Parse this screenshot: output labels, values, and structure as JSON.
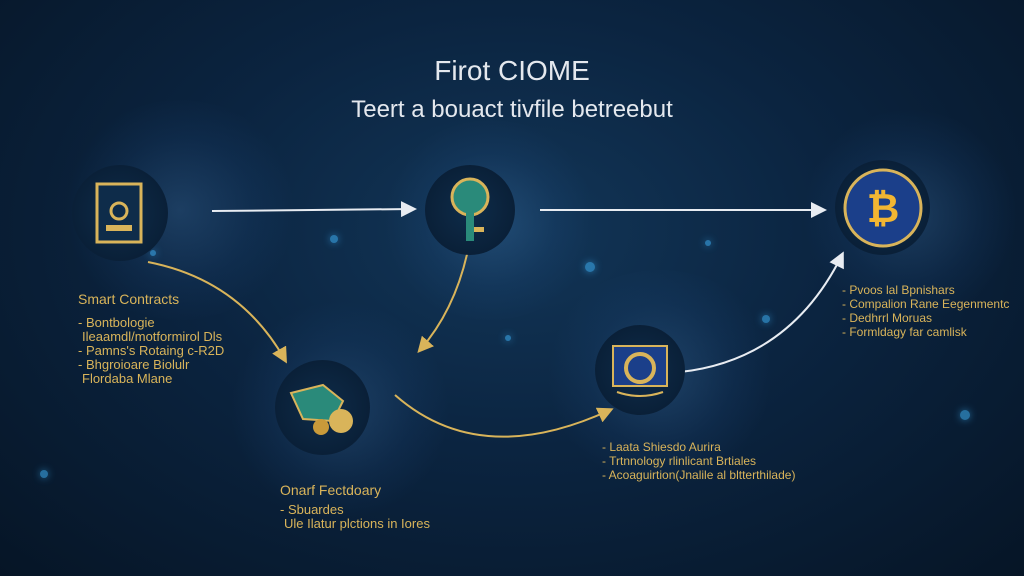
{
  "header": {
    "title": "Firot CIOME",
    "subtitle": "Teert a bouact tivfile betreebut"
  },
  "nodes": [
    {
      "name": "smart-contracts",
      "title": "Smart Contracts",
      "items": [
        "- Bontbologie",
        "  Ileaamdl/motformirol Dls",
        "- Pamns's Rotaing c-R2D",
        "- Bhgroioare Biolulr",
        "  Flordaba Mlane"
      ]
    },
    {
      "name": "identity",
      "title": "Onarf Fectdoary",
      "items": [
        "- Sbuardes",
        "  Ule Ilatur plctions in Iores"
      ]
    },
    {
      "name": "scaling",
      "title": "",
      "items": [
        "- Laata Shiesdo Aurira",
        "- Trtnnology rlinlicant Brtiales",
        "- Acoaguirtion(Jnalile al bltterthilade)"
      ]
    },
    {
      "name": "bitcoin",
      "title": "",
      "items": [
        "- Pvoos lal Bpnishars",
        "- Compalion Rane Eegenmentc",
        "- Dedhrrl Moruas",
        "- Formldagy far camlisk"
      ]
    }
  ],
  "colors": {
    "gold": "#d9b45a",
    "white": "#e8ecf2",
    "bitcoin": "#f2b632",
    "bg": "#0b2440"
  }
}
